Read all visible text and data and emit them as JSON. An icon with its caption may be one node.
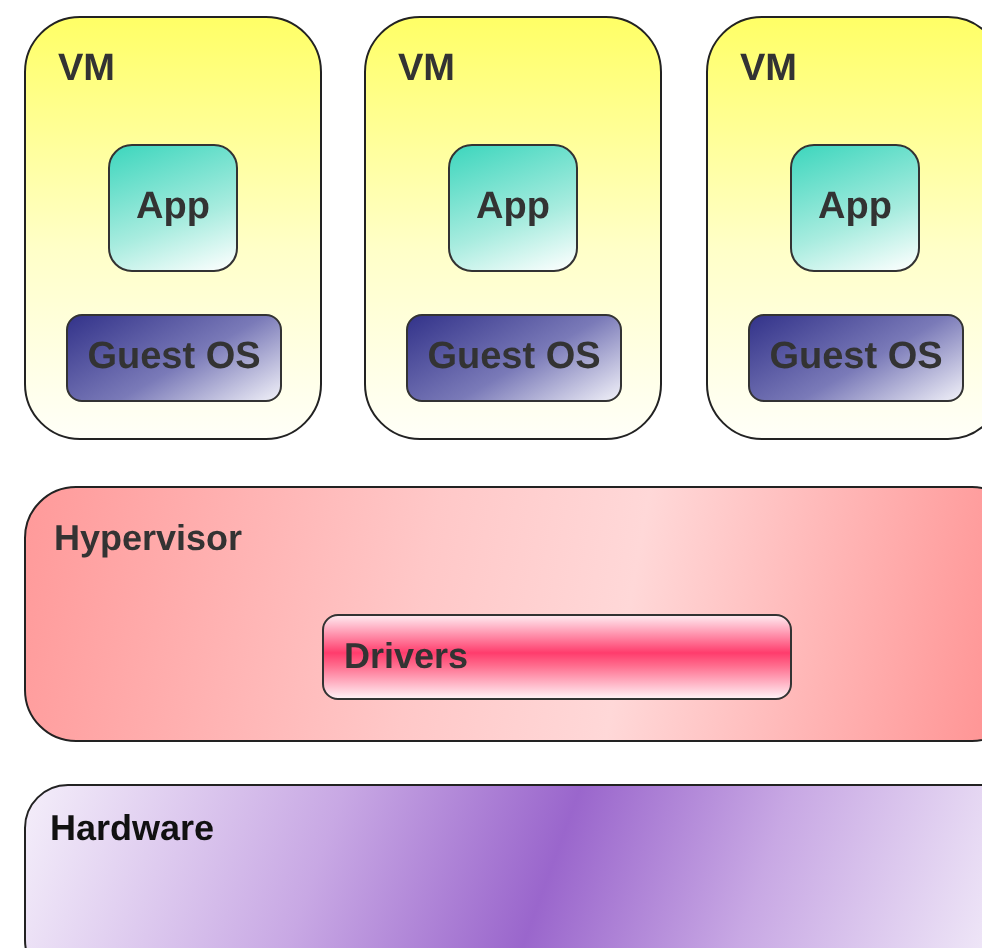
{
  "diagram": {
    "nodes": [
      {
        "text": [
          "VM"
        ]
      },
      {
        "text": [
          "App"
        ],
        "in": 0
      },
      {
        "text": [
          "Guest OS"
        ],
        "in": 0
      },
      {
        "text": [
          "VM"
        ]
      },
      {
        "text": [
          "App"
        ],
        "in": 3
      },
      {
        "text": [
          "Guest OS"
        ],
        "in": 3
      },
      {
        "text": [
          "VM"
        ]
      },
      {
        "text": [
          "App"
        ],
        "in": 6
      },
      {
        "text": [
          "Guest OS"
        ],
        "in": 6
      },
      {
        "text": [
          "Hypervisor"
        ]
      },
      {
        "text": [
          "Drivers"
        ],
        "in": 9
      },
      {
        "text": [
          "Hardware"
        ]
      }
    ]
  }
}
